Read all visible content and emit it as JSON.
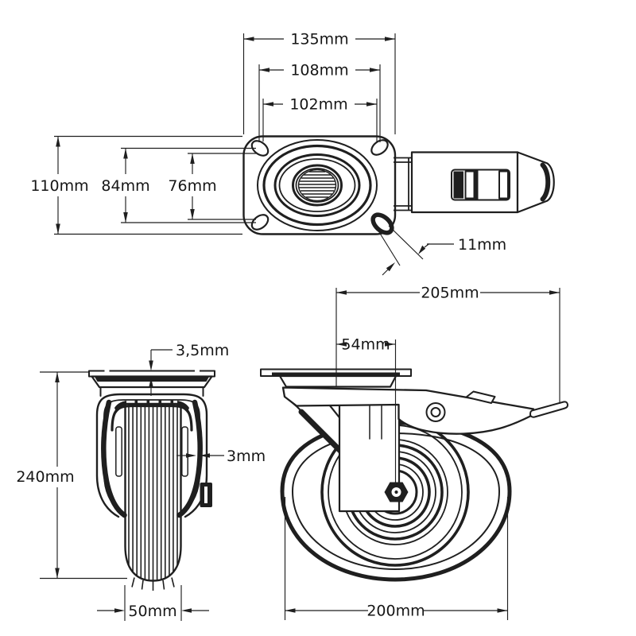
{
  "drawing": {
    "subject": "Swivel caster wheel with brake - dimensioned technical drawing",
    "background_color": "#ffffff",
    "line_color": "#1f1f1f",
    "views": [
      {
        "id": "top-view",
        "description": "Mounting plate seen from above with swivel bearing and brake lever"
      },
      {
        "id": "front-view",
        "description": "Front view of wheel, fork and mounting plate"
      },
      {
        "id": "side-view",
        "description": "Side view of swivel caster with brake pedal"
      }
    ],
    "dimensions": {
      "plate_length": "135mm",
      "hole_spacing_length_outer": "108mm",
      "hole_spacing_length_inner": "102mm",
      "plate_width": "110mm",
      "hole_spacing_width_outer": "84mm",
      "hole_spacing_width_inner": "76mm",
      "bolt_hole_width": "11mm",
      "plate_thickness": "3,5mm",
      "overall_height": "240mm",
      "fork_clearance": "3mm",
      "wheel_width": "50mm",
      "swivel_offset": "54mm",
      "overall_length": "205mm",
      "wheel_diameter": "200mm"
    }
  }
}
